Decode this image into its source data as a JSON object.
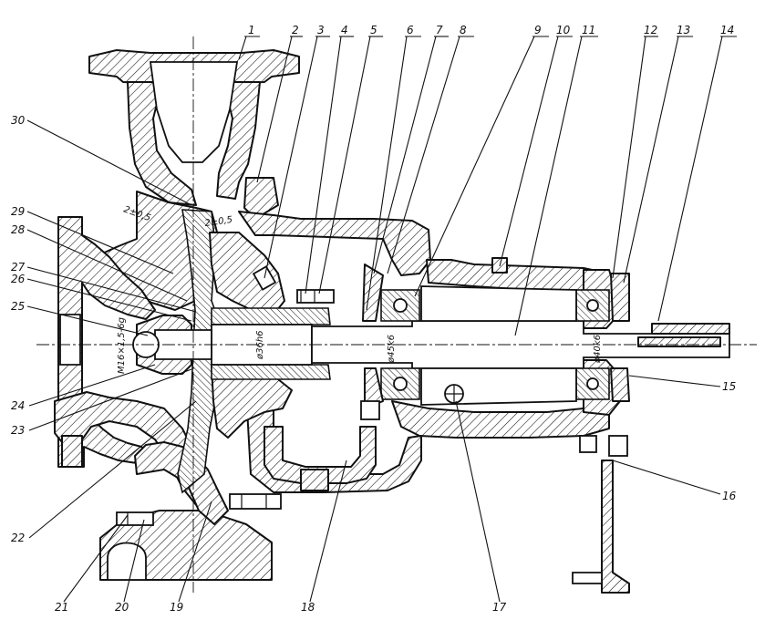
{
  "callouts": [
    {
      "n": "1"
    },
    {
      "n": "2"
    },
    {
      "n": "3"
    },
    {
      "n": "4"
    },
    {
      "n": "5"
    },
    {
      "n": "6"
    },
    {
      "n": "7"
    },
    {
      "n": "8"
    },
    {
      "n": "9"
    },
    {
      "n": "10"
    },
    {
      "n": "11"
    },
    {
      "n": "12"
    },
    {
      "n": "13"
    },
    {
      "n": "14"
    },
    {
      "n": "15"
    },
    {
      "n": "16"
    },
    {
      "n": "17"
    },
    {
      "n": "18"
    },
    {
      "n": "19"
    },
    {
      "n": "20"
    },
    {
      "n": "21"
    },
    {
      "n": "22"
    },
    {
      "n": "23"
    },
    {
      "n": "24"
    },
    {
      "n": "25"
    },
    {
      "n": "26"
    },
    {
      "n": "27"
    },
    {
      "n": "28"
    },
    {
      "n": "29"
    },
    {
      "n": "30"
    }
  ],
  "dimensions": {
    "gap_left": "2±0,5",
    "gap_right": "2±0,5",
    "shaft_sleeve": "ø36h6",
    "shaft_mid": "ø45k6",
    "shaft_end": "ø40k6",
    "thread": "M16×1,5-6g"
  }
}
